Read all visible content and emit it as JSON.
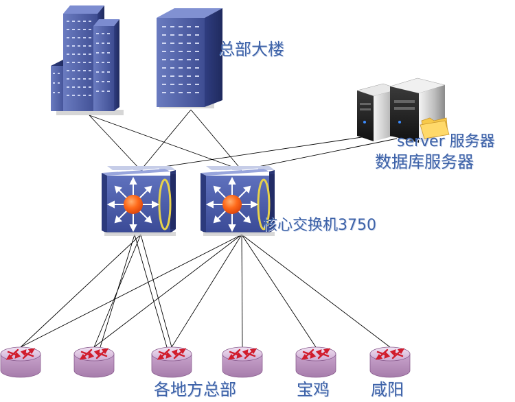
{
  "labels": {
    "hq_building": "总部大楼",
    "server": "server 服务器",
    "db_server": "数据库服务器",
    "core_switch": "核心交换机3750",
    "branch_hq": "各地方总部",
    "baoji": "宝鸡",
    "xianyang": "咸阳"
  },
  "icons": {
    "building_left": "office-tower-icon",
    "building_right": "office-tower-icon",
    "servers": "server-rack-icon",
    "switch": "layer3-switch-icon",
    "router": "router-icon"
  },
  "colors": {
    "building_face": "#5566a8",
    "building_dark": "#2c3a78",
    "switch_face": "#4c5da8",
    "switch_hub": "#ff5a1a",
    "router_body": "#d6b6d9",
    "router_arrows": "#d11c2c",
    "label_text": "#3d62a8",
    "link_line": "#000000"
  }
}
